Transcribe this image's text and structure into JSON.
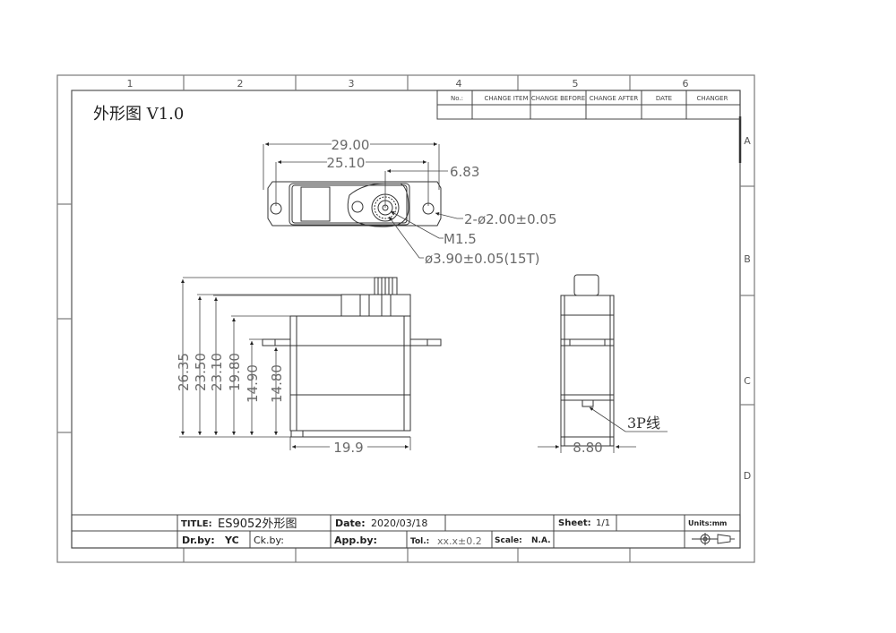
{
  "drawing": {
    "title": "外形图 V1.0",
    "column_labels": [
      "1",
      "2",
      "3",
      "4",
      "5",
      "6"
    ],
    "row_labels": [
      "A",
      "B",
      "C",
      "D"
    ]
  },
  "revision_table": {
    "headers": [
      "No.:",
      "CHANGE ITEM",
      "CHANGE BEFORE",
      "CHANGE AFTER",
      "DATE",
      "CHANGER"
    ],
    "rows": [
      [
        "",
        "",
        "",
        "",
        "",
        ""
      ]
    ]
  },
  "top_view": {
    "dim_overall_width": "29.00",
    "dim_hole_spacing": "25.10",
    "dim_shaft_offset": "6.83",
    "callout_holes": "2-ø2.00±0.05",
    "callout_thread": "M1.5",
    "callout_spline": "ø3.90±0.05(15T)"
  },
  "side_view": {
    "dim_heights": [
      "26.35",
      "23.50",
      "23.10",
      "19.80",
      "14.90",
      "14.80"
    ],
    "dim_width": "19.9"
  },
  "end_view": {
    "dim_width": "8.80",
    "callout_cable": "3P线"
  },
  "title_block": {
    "title_label": "TITLE:",
    "title_value": "ES9052外形图",
    "date_label": "Date:",
    "date_value": "2020/03/18",
    "sheet_label": "Sheet:",
    "sheet_value": "1/1",
    "units": "Units:mm",
    "drawn_by_label": "Dr.by:",
    "drawn_by_value": "YC",
    "checked_by_label": "Ck.by:",
    "checked_by_value": "",
    "approved_by_label": "App.by:",
    "approved_by_value": "",
    "tolerance_label": "Tol.:",
    "tolerance_value": "xx.x±0.2",
    "scale_label": "Scale:",
    "scale_value": "N.A."
  },
  "colors": {
    "line": "#333333",
    "frame": "#7a7a7a",
    "dimension_text": "#6a6a6a"
  }
}
